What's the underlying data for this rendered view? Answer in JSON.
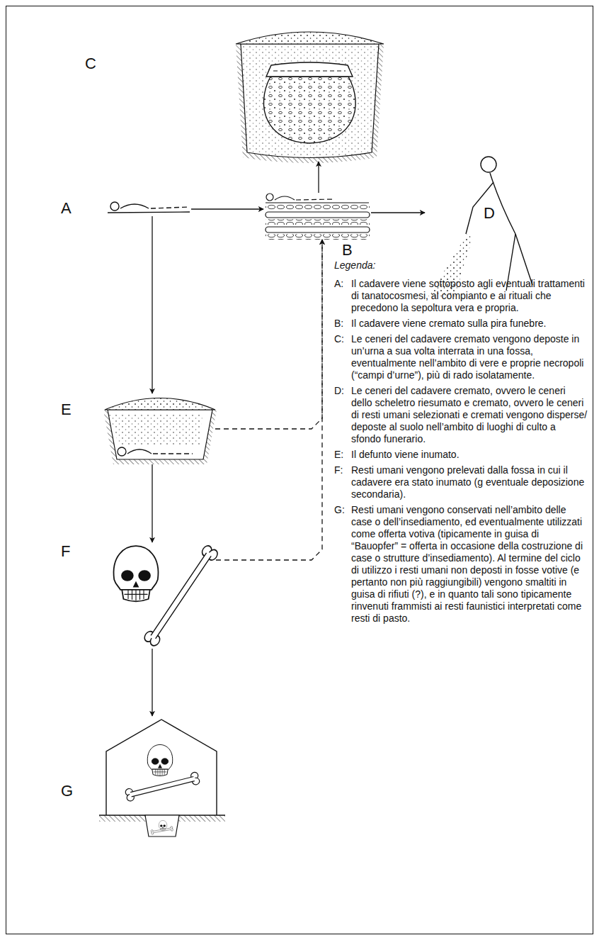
{
  "diagram": {
    "nodes": [
      {
        "text": [
          "A"
        ]
      },
      {
        "text": [
          "B"
        ]
      },
      {
        "text": [
          "C"
        ]
      },
      {
        "text": [
          "D"
        ]
      },
      {
        "text": [
          "E"
        ]
      },
      {
        "text": [
          "F"
        ]
      },
      {
        "text": [
          "G"
        ]
      }
    ],
    "edges": [
      {
        "from": 0,
        "to": 1,
        "arrow": "to"
      },
      {
        "from": 1,
        "to": 2,
        "arrow": "to"
      },
      {
        "from": 1,
        "to": 3,
        "arrow": "to"
      },
      {
        "from": 0,
        "to": 4,
        "arrow": "to"
      },
      {
        "from": 4,
        "to": 1,
        "arrow": "to"
      },
      {
        "from": 4,
        "to": 5,
        "arrow": "to"
      },
      {
        "from": 5,
        "to": 1,
        "arrow": "to"
      },
      {
        "from": 5,
        "to": 6,
        "arrow": "to"
      }
    ],
    "labels": [
      "Legenda:",
      "A:",
      "Il cadavere viene sottoposto agli eventuali trattamenti di tanatocosmesi, al compianto e ai rituali che precedono la sepoltura vera e propria.",
      "B:",
      "Il cadavere viene cremato sulla pira funebre.",
      "C:",
      "Le ceneri del cadavere cremato vengono deposte in un’urna a sua volta interrata in una fossa, eventualmente nell’ambito di vere e proprie necropoli (“campi d’urne”), più di rado isolatamente.",
      "D:",
      "Le ceneri del cadavere cremato, ovvero le ceneri dello scheletro riesumato e cremato, ovvero le ceneri di resti umani selezionati e cremati vengono disperse/ deposte al suolo nell’ambito di luoghi di culto a sfondo funerario.",
      "E:",
      "Il defunto viene inumato.",
      "F:",
      "Resti umani vengono prelevati dalla fossa in cui il cadavere era stato inumato (g eventuale deposizione secondaria).",
      "G:",
      "Resti umani vengono conservati nell’ambito delle case o dell’insediamento, ed eventualmente utilizzati come offerta votiva (tipicamente in guisa di “Bauopfer” = offerta in occasione della costruzione di case o strutture d’insediamento). Al termine del ciclo di utilizzo i resti umani non deposti in fosse votive (e pertanto non più raggiungibili) vengono smaltiti in guisa di rifiuti (?), e in quanto tali sono tipicamente rinvenuti frammisti ai resti faunistici interpretati come resti di pasto."
    ]
  }
}
